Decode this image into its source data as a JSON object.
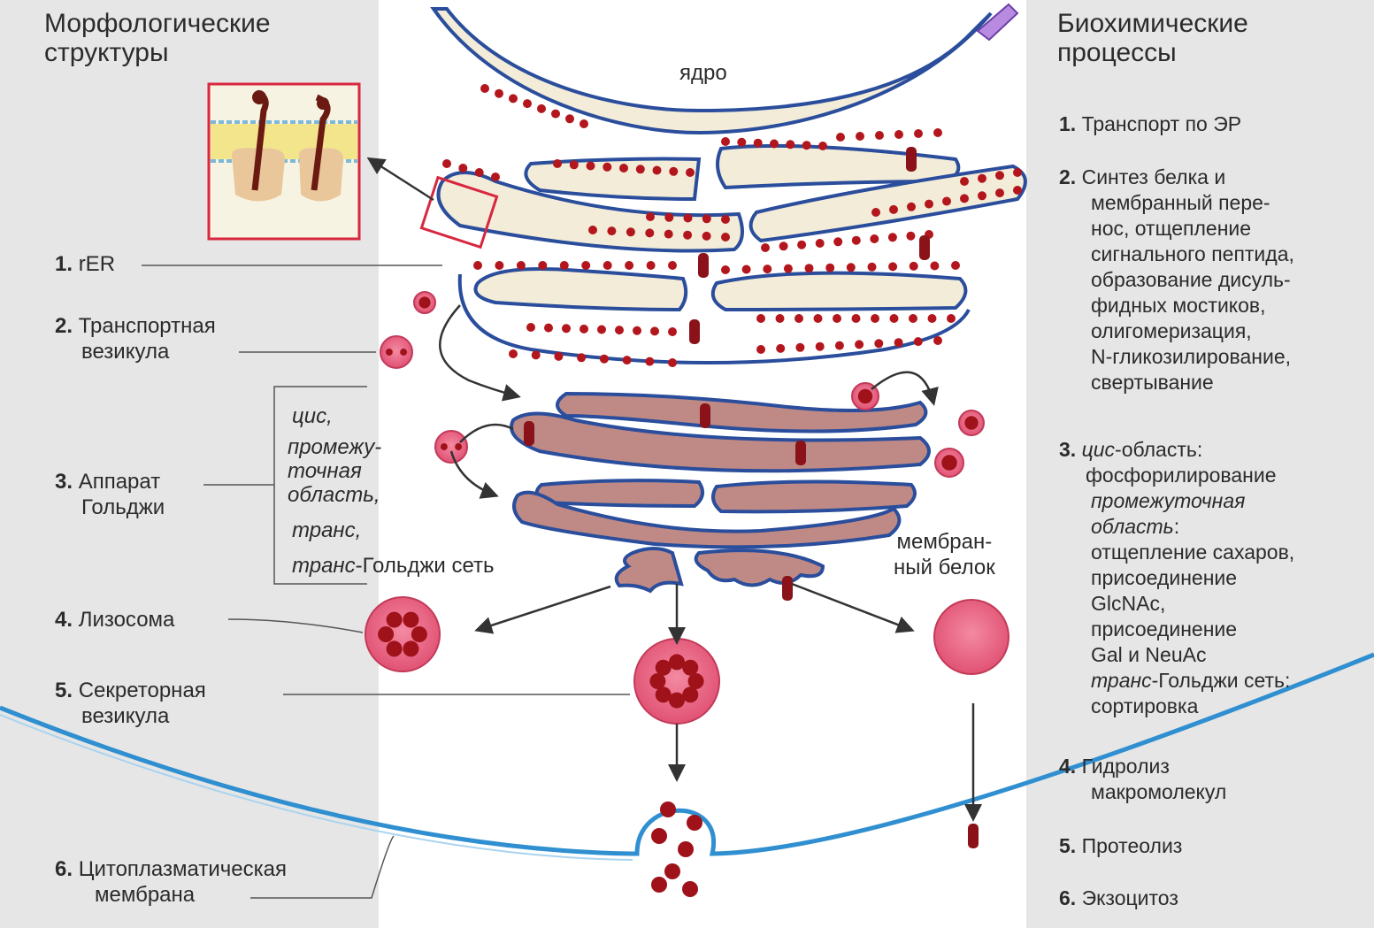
{
  "left": {
    "header_line1": "Морфологические",
    "header_line2": "структуры",
    "labels": [
      {
        "num": "1.",
        "text": "rER"
      },
      {
        "num": "2.",
        "line1": "Транспортная",
        "line2": "везикула"
      },
      {
        "num": "3.",
        "line1": "Аппарат",
        "line2": "Гольджи"
      },
      {
        "num": "4.",
        "text": "Лизосома"
      },
      {
        "num": "5.",
        "line1": "Секреторная",
        "line2": "везикула"
      },
      {
        "num": "6.",
        "line1": "Цитоплазматическая",
        "line2": "мембрана"
      }
    ],
    "golgi_regions": {
      "cis": "цис,",
      "medial_line1": "промежу-",
      "medial_line2": "точная",
      "medial_line3": "область,",
      "trans": "транс,",
      "tgn_italic": "транс",
      "tgn_rest": "-Гольджи сеть"
    }
  },
  "center": {
    "nucleus_label": "ядро",
    "membrane_protein_line1": "мембран-",
    "membrane_protein_line2": "ный белок"
  },
  "right": {
    "header_line1": "Биохимические",
    "header_line2": "процессы",
    "items": [
      {
        "num": "1.",
        "text": "Транспорт по ЭР"
      },
      {
        "num": "2.",
        "line1": "Синтез белка и",
        "line2": "мембранный пере-",
        "line3": "нос, отщепление",
        "line4": "сигнального пептида,",
        "line5": "образование дисуль-",
        "line6": "фидных мостиков,",
        "line7": "олигомеризация,",
        "line8": "N-гликозилирование,",
        "line9": "свертывание"
      },
      {
        "num": "3.",
        "cis_italic": "цис",
        "cis_rest": "-область:",
        "cis_process": "фосфорилирование",
        "medial_line1": "промежуточная",
        "medial_line2": "область",
        "medial_colon": ":",
        "p1": "отщепление сахаров,",
        "p2": "присоединение",
        "p3": "GlcNAc,",
        "p4": "присоединение",
        "p5": "Gal и NeuAc",
        "trans_italic": "транс",
        "trans_rest": "-Гольджи сеть:",
        "trans_process": "сортировка"
      },
      {
        "num": "4.",
        "line1": "Гидролиз",
        "line2": "макромолекул"
      },
      {
        "num": "5.",
        "text": "Протеолиз"
      },
      {
        "num": "6.",
        "text": "Экзоцитоз"
      }
    ]
  },
  "colors": {
    "panel": "#e6e6e6",
    "membrane_outline": "#2a4d9c",
    "er_fill": "#f3ecd8",
    "golgi_fill": "#bf8a85",
    "ribosome": "#b3161c",
    "vesicle_fill": "#e4587a",
    "cell_membrane": "#2f8fd0",
    "inset_border": "#d8273f"
  }
}
